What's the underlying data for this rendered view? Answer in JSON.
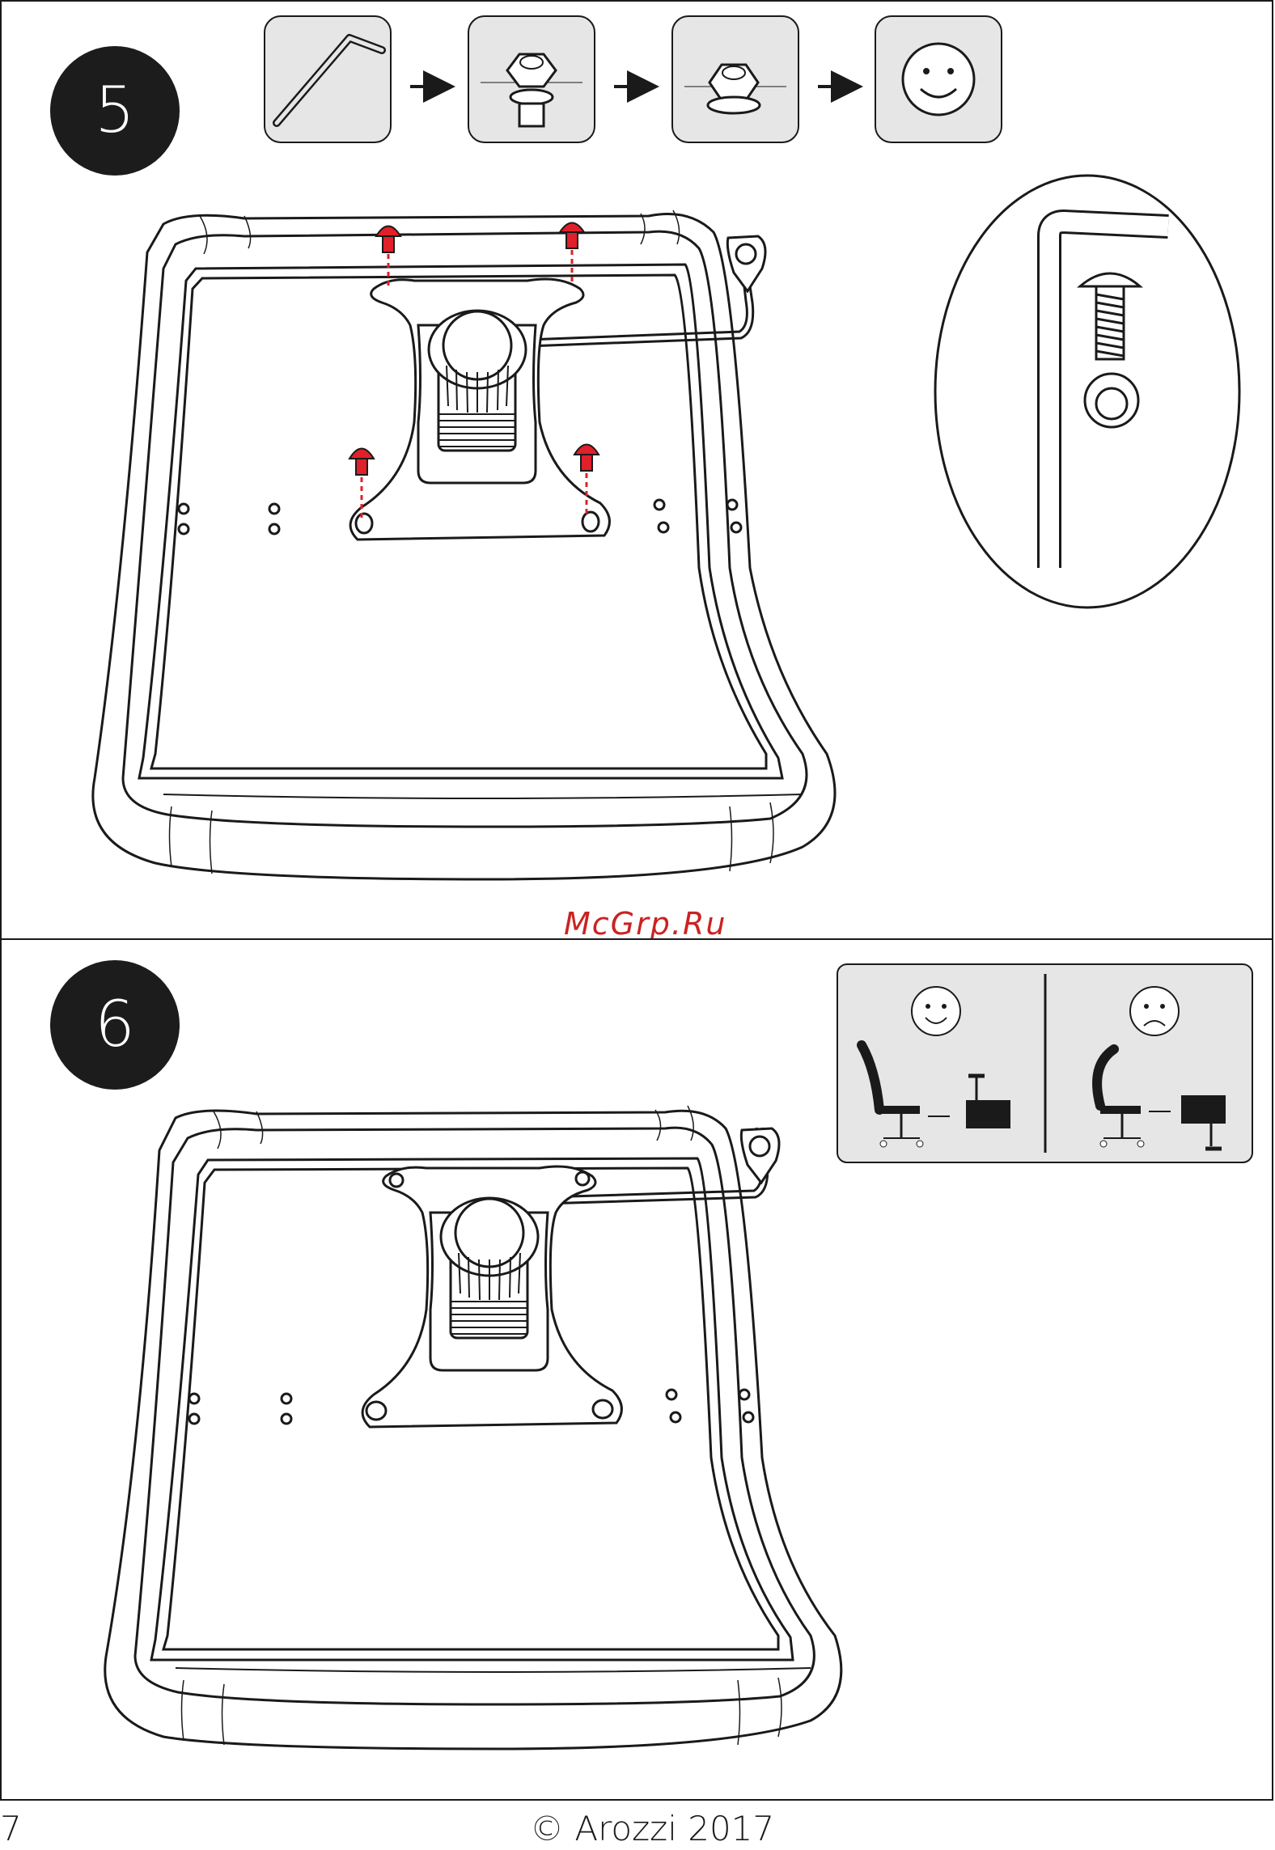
{
  "steps": [
    {
      "number": "5"
    },
    {
      "number": "6"
    }
  ],
  "watermark": "McGrp.Ru",
  "footer": {
    "page_number": "7",
    "copyright": "© Arozzi 2017"
  },
  "icons": {
    "sequence": [
      "allen-key-icon",
      "bolt-and-washer-icon",
      "tightened-bolt-icon",
      "smiley-face-icon"
    ],
    "detail": [
      "allen-key-icon",
      "bolt-icon",
      "washer-icon"
    ],
    "comparison": [
      "correct-orientation-icon",
      "incorrect-orientation-icon"
    ]
  },
  "colors": {
    "ink": "#1a1a1a",
    "icon_box": "#e6e6e6",
    "screw_highlight": "#e0202a"
  }
}
